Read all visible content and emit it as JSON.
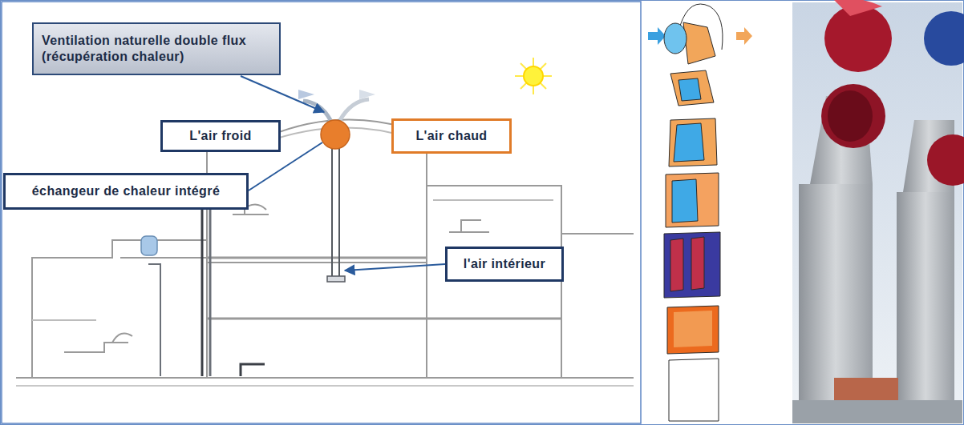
{
  "diagram": {
    "nodes": [
      {
        "text": [
          "Ventilation naturelle double flux (récupération chaleur)"
        ]
      },
      {
        "text": [
          "L'air froid"
        ]
      },
      {
        "text": [
          "L'air chaud"
        ]
      },
      {
        "text": [
          "échangeur de chaleur intégré"
        ]
      },
      {
        "text": [
          "l'air intérieur"
        ]
      }
    ]
  }
}
